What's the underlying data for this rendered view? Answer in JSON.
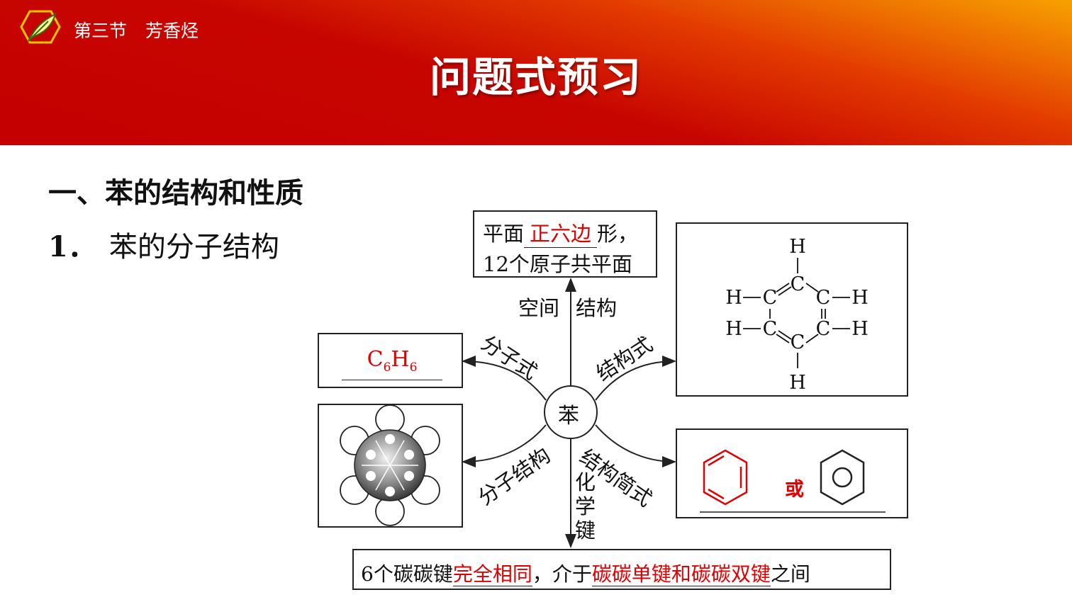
{
  "header": {
    "section_number": "第三节",
    "section_title": "芳香烃",
    "title": "问题式预习"
  },
  "content": {
    "heading": "一、苯的结构和性质",
    "subheading_num": "1．",
    "subheading_text": "苯的分子结构"
  },
  "diagram": {
    "center": "苯",
    "spatial": {
      "pre": "平面",
      "answer": "正六边",
      "post": "形，",
      "line2": "12个原子共平面",
      "label_left": "空间",
      "label_right": "结构"
    },
    "formula": {
      "label": "分子式",
      "C": "C",
      "sub1": "6",
      "H": "H",
      "sub2": "6"
    },
    "structural": {
      "label": "结构式",
      "atoms": {
        "H": "H",
        "C": "C"
      }
    },
    "model": {
      "label": "分子结构"
    },
    "simplified": {
      "label": "结构简式",
      "or": "或"
    },
    "bond": {
      "label": [
        "化",
        "学",
        "键"
      ],
      "pre": "6个碳碳键",
      "answer1": "完全相同",
      "mid": "，介于",
      "answer2": "碳碳单键和碳碳双键",
      "post": "之间"
    }
  },
  "colors": {
    "header_red": "#c40000",
    "header_orange": "#f7a200",
    "answer_red": "#e00000"
  }
}
